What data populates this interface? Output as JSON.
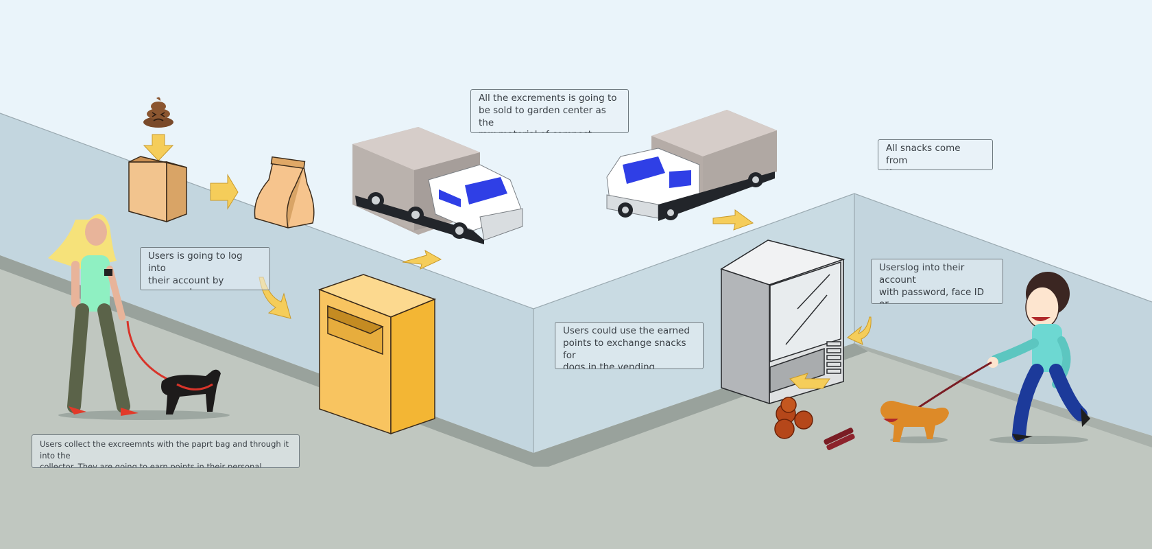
{
  "colors": {
    "sky": "#eaf4fa",
    "wall": "#c3d6df",
    "floor": "#c0c7c0",
    "accent_arrow": "#f5cd5a",
    "collector_box": "#f6b93c",
    "truck_cargo": "#cdc5c0",
    "truck_window": "#2f3fe6"
  },
  "icons": {
    "waste": "poop-emoji-icon",
    "box": "cardboard-box-icon",
    "bag": "paper-bag-icon",
    "flow_arrow": "yellow-arrow-icon"
  },
  "callouts": {
    "compost": "All the excrements is going to\nbe sold to garden center as the\nraw material of compost",
    "snacks_source": "All snacks come from\nthe conpany",
    "login_left": "Users is going to log into\ntheir account by password,\nface ID or finger print",
    "login_right": "Userslog into their account\nwith password, face ID or\nfinger print",
    "exchange": "Users could use the earned\npoints to exchange snacks for\ndogs  in the vending machine",
    "collect": "Users collect the excreemnts with the paprt bag and through it into the\ncollector.  They are going to earn points in their personal account"
  }
}
